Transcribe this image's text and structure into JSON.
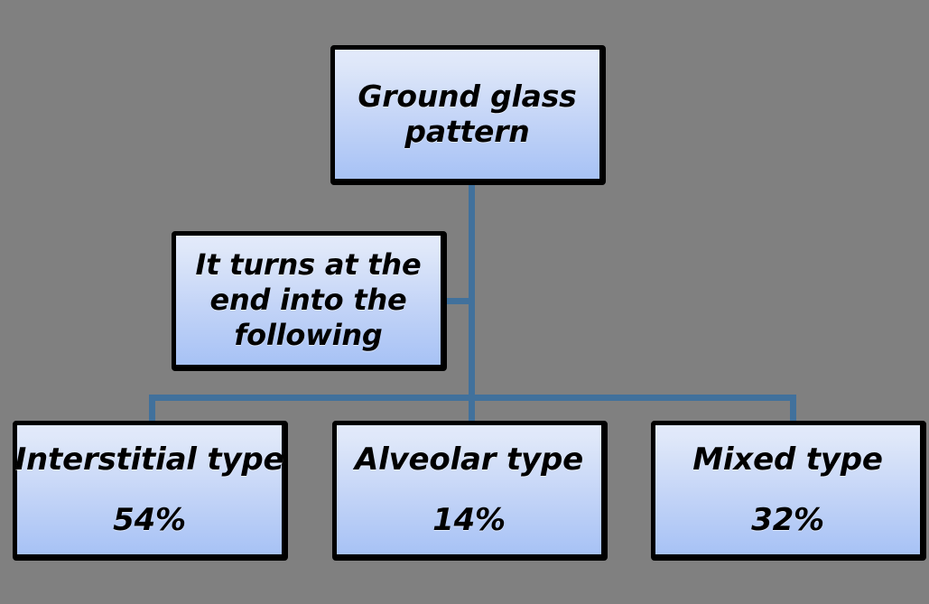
{
  "diagram": {
    "title_node": {
      "name": "ground-glass-pattern",
      "lines": [
        "Ground glass",
        "pattern"
      ]
    },
    "note_node": {
      "name": "it-turns-at-the-end-into-the-following",
      "lines": [
        "It turns at the",
        "end into the",
        "following"
      ]
    },
    "outcomes": [
      {
        "label": "Interstitial type",
        "value": "54%"
      },
      {
        "label": "Alveolar type",
        "value": "14%"
      },
      {
        "label": "Mixed type",
        "value": "32%"
      }
    ],
    "colors": {
      "background": "#808080",
      "connector": "#41719C",
      "box_border": "#000000",
      "box_gradient_top": "#DEE7F9",
      "box_gradient_bottom": "#A7C2F5"
    }
  }
}
